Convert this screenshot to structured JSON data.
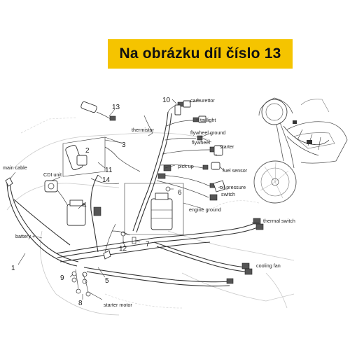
{
  "banner": {
    "text": "Na obrázku díl číslo 13"
  },
  "callouts": {
    "n1": "1",
    "n2": "2",
    "n3": "3",
    "n4": "4",
    "n5": "5",
    "n6": "6",
    "n7": "7",
    "n8": "8",
    "n9": "9",
    "n10": "10",
    "n11": "11",
    "n12": "12",
    "n13": "13",
    "n14": "14"
  },
  "labels": {
    "carburettor": "carburettor",
    "taillight": "taillight",
    "thermistor": "thermistor",
    "flywheel_ground": "flywheel ground",
    "flywheel": "flywheel",
    "starter": "starter",
    "pick_up": "pick up",
    "fuel_sensor": "fuel sensor",
    "oil_pressure_1": "oil pressure",
    "oil_pressure_2": "switch",
    "engine_ground": "engine ground",
    "thermal_switch": "thermal switch",
    "cooling_fan": "cooling fan",
    "main_cable": "main cable",
    "cdi_unit": "CDI unit",
    "battery": "battery +",
    "starter_motor": "starter motor"
  },
  "colors": {
    "banner_bg": "#f5c400",
    "ink": "#222222"
  }
}
